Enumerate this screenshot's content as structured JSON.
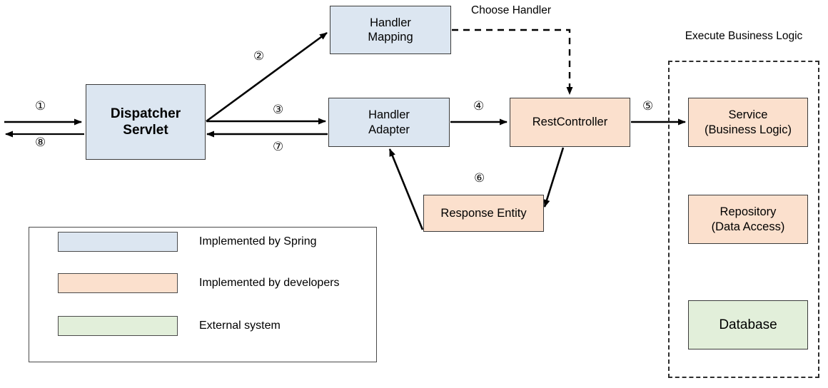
{
  "diagram": {
    "title_choose_handler": "Choose Handler",
    "title_execute_business": "Execute Business Logic",
    "nodes": {
      "dispatcher_servlet": "Dispatcher\nServlet",
      "handler_mapping": "Handler\nMapping",
      "handler_adapter": "Handler\nAdapter",
      "rest_controller": "RestController",
      "response_entity": "Response Entity",
      "service": "Service\n(Business Logic)",
      "repository": "Repository\n(Data Access)",
      "database": "Database"
    },
    "steps": {
      "s1": "①",
      "s2": "②",
      "s3": "③",
      "s4": "④",
      "s5": "⑤",
      "s6": "⑥",
      "s7": "⑦",
      "s8": "⑧"
    },
    "colors": {
      "spring_fill": "#dce6f1",
      "developer_fill": "#fbe0cd",
      "external_fill": "#e2efda",
      "border": "#3b3b3b",
      "arrow": "#000000",
      "dashed_border": "#2d2d2d"
    },
    "legend": {
      "items": [
        {
          "swatch": "spring-swatch",
          "label": "Implemented by Spring"
        },
        {
          "swatch": "developer-swatch",
          "label": "Implemented by developers"
        },
        {
          "swatch": "external-swatch",
          "label": "External system"
        }
      ]
    }
  }
}
